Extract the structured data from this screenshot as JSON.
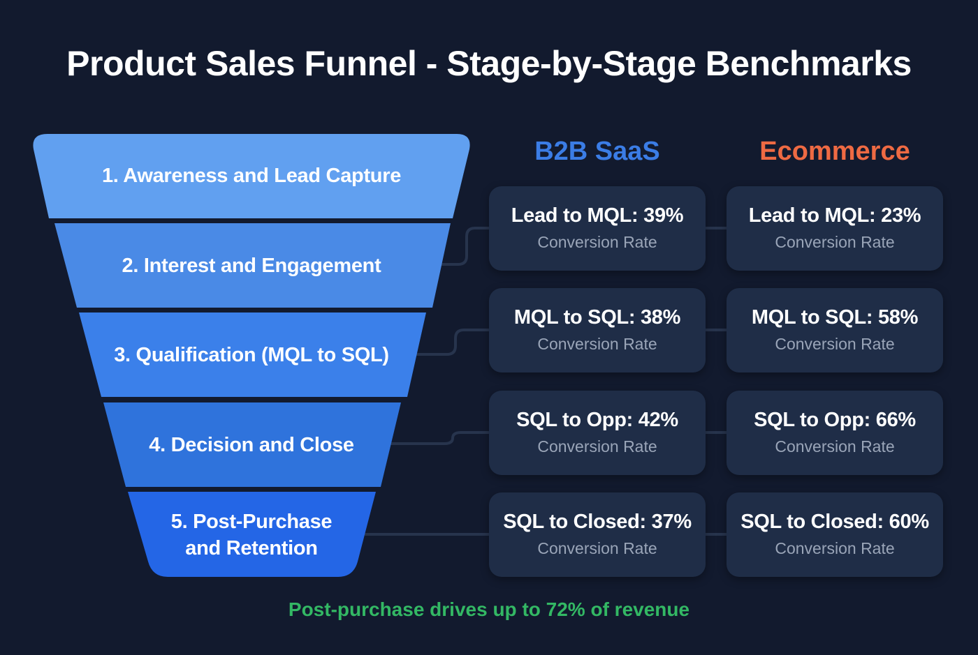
{
  "title": "Product Sales Funnel - Stage-by-Stage Benchmarks",
  "funnel": {
    "stages": [
      {
        "label": "1. Awareness and Lead Capture",
        "color": "#61a0f0"
      },
      {
        "label": "2. Interest and Engagement",
        "color": "#4a8ae6"
      },
      {
        "label": "3. Qualification (MQL to SQL)",
        "color": "#3b80ea"
      },
      {
        "label": "4. Decision and Close",
        "color": "#2f73dc"
      },
      {
        "label": "5. Post-Purchase and Retention",
        "label_line1": "5. Post-Purchase",
        "label_line2": "and Retention",
        "color": "#2466e6"
      }
    ]
  },
  "columns": {
    "b2b": {
      "heading": "B2B SaaS",
      "color": "#3b7de6"
    },
    "ecommerce": {
      "heading": "Ecommerce",
      "color": "#ee6a43"
    }
  },
  "benchmarks": [
    {
      "b2b": "Lead to MQL: 39%",
      "ecommerce": "Lead to MQL: 23%",
      "sub": "Conversion Rate"
    },
    {
      "b2b": "MQL to SQL: 38%",
      "ecommerce": "MQL to SQL: 58%",
      "sub": "Conversion Rate"
    },
    {
      "b2b": "SQL to Opp: 42%",
      "ecommerce": "SQL to Opp: 66%",
      "sub": "Conversion Rate"
    },
    {
      "b2b": "SQL to Closed: 37%",
      "ecommerce": "SQL to Closed: 60%",
      "sub": "Conversion Rate"
    }
  ],
  "footer": {
    "note": "Post-purchase drives up to 72% of revenue",
    "color": "#33b864"
  },
  "chart_data": {
    "type": "table",
    "title": "Product Sales Funnel - Stage-by-Stage Benchmarks",
    "stages": [
      "Awareness and Lead Capture",
      "Interest and Engagement",
      "Qualification (MQL to SQL)",
      "Decision and Close",
      "Post-Purchase and Retention"
    ],
    "columns": [
      "Metric",
      "B2B SaaS",
      "Ecommerce"
    ],
    "rows": [
      [
        "Lead to MQL",
        39,
        23
      ],
      [
        "MQL to SQL",
        38,
        58
      ],
      [
        "SQL to Opp",
        42,
        66
      ],
      [
        "SQL to Closed",
        37,
        60
      ]
    ],
    "unit": "% conversion rate",
    "annotation": "Post-purchase drives up to 72% of revenue"
  }
}
